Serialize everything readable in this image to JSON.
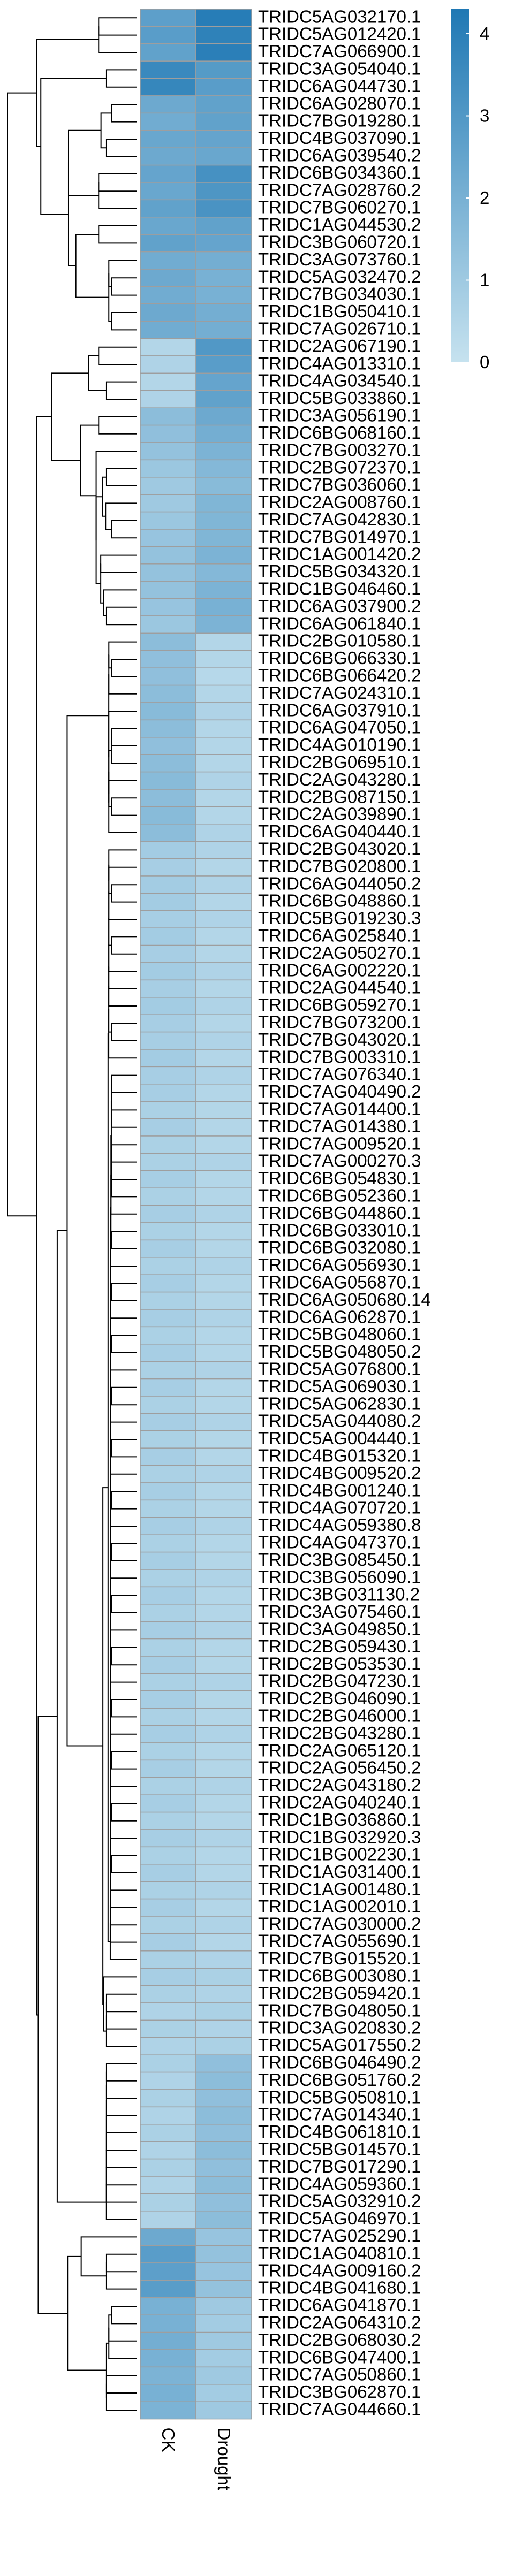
{
  "chart_data": {
    "type": "heatmap",
    "columns": [
      "CK",
      "Drought"
    ],
    "rows": [
      {
        "label": "TRIDC5AG032170.1",
        "values": [
          2.7,
          4.1
        ]
      },
      {
        "label": "TRIDC5AG012420.1",
        "values": [
          2.8,
          3.9
        ]
      },
      {
        "label": "TRIDC7AG066900.1",
        "values": [
          2.6,
          4.0
        ]
      },
      {
        "label": "TRIDC3AG054040.1",
        "values": [
          3.6,
          2.9
        ]
      },
      {
        "label": "TRIDC6AG044730.1",
        "values": [
          3.7,
          2.8
        ]
      },
      {
        "label": "TRIDC6AG028070.1",
        "values": [
          2.3,
          2.6
        ]
      },
      {
        "label": "TRIDC7BG019280.1",
        "values": [
          2.2,
          2.6
        ]
      },
      {
        "label": "TRIDC4BG037090.1",
        "values": [
          2.4,
          2.5
        ]
      },
      {
        "label": "TRIDC6AG039540.2",
        "values": [
          2.3,
          2.4
        ]
      },
      {
        "label": "TRIDC6BG034360.1",
        "values": [
          2.5,
          3.3
        ]
      },
      {
        "label": "TRIDC7AG028760.2",
        "values": [
          2.4,
          3.1
        ]
      },
      {
        "label": "TRIDC7BG060270.1",
        "values": [
          2.6,
          3.2
        ]
      },
      {
        "label": "TRIDC1AG044530.2",
        "values": [
          2.4,
          2.6
        ]
      },
      {
        "label": "TRIDC3BG060720.1",
        "values": [
          2.6,
          2.5
        ]
      },
      {
        "label": "TRIDC3AG073760.1",
        "values": [
          2.2,
          2.1
        ]
      },
      {
        "label": "TRIDC5AG032470.2",
        "values": [
          2.3,
          2.0
        ]
      },
      {
        "label": "TRIDC7BG034030.1",
        "values": [
          2.2,
          2.0
        ]
      },
      {
        "label": "TRIDC1BG050410.1",
        "values": [
          2.3,
          2.1
        ]
      },
      {
        "label": "TRIDC7AG026710.1",
        "values": [
          2.2,
          2.1
        ]
      },
      {
        "label": "TRIDC2AG067190.1",
        "values": [
          0.5,
          3.0
        ]
      },
      {
        "label": "TRIDC4AG013310.1",
        "values": [
          0.6,
          2.8
        ]
      },
      {
        "label": "TRIDC4AG034540.1",
        "values": [
          0.5,
          2.5
        ]
      },
      {
        "label": "TRIDC5BG033860.1",
        "values": [
          0.6,
          2.6
        ]
      },
      {
        "label": "TRIDC3AG056190.1",
        "values": [
          1.5,
          2.3
        ]
      },
      {
        "label": "TRIDC6BG068160.1",
        "values": [
          1.4,
          2.1
        ]
      },
      {
        "label": "TRIDC7BG003270.1",
        "values": [
          1.3,
          1.9
        ]
      },
      {
        "label": "TRIDC2BG072370.1",
        "values": [
          1.1,
          1.7
        ]
      },
      {
        "label": "TRIDC7BG036060.1",
        "values": [
          1.0,
          1.6
        ]
      },
      {
        "label": "TRIDC2AG008760.1",
        "values": [
          1.0,
          1.8
        ]
      },
      {
        "label": "TRIDC7AG042830.1",
        "values": [
          1.1,
          1.8
        ]
      },
      {
        "label": "TRIDC7BG014970.1",
        "values": [
          1.2,
          1.8
        ]
      },
      {
        "label": "TRIDC1AG001420.2",
        "values": [
          1.3,
          1.9
        ]
      },
      {
        "label": "TRIDC5BG034320.1",
        "values": [
          1.3,
          1.7
        ]
      },
      {
        "label": "TRIDC1BG046460.1",
        "values": [
          1.3,
          1.9
        ]
      },
      {
        "label": "TRIDC6AG037900.2",
        "values": [
          1.2,
          2.0
        ]
      },
      {
        "label": "TRIDC6AG061840.1",
        "values": [
          1.1,
          1.9
        ]
      },
      {
        "label": "TRIDC2BG010580.1",
        "values": [
          1.5,
          0.5
        ]
      },
      {
        "label": "TRIDC6BG066330.1",
        "values": [
          1.4,
          0.5
        ]
      },
      {
        "label": "TRIDC6BG066420.2",
        "values": [
          1.4,
          0.4
        ]
      },
      {
        "label": "TRIDC7AG024310.1",
        "values": [
          1.5,
          0.5
        ]
      },
      {
        "label": "TRIDC6AG037910.1",
        "values": [
          1.6,
          0.6
        ]
      },
      {
        "label": "TRIDC6AG047050.1",
        "values": [
          1.5,
          0.5
        ]
      },
      {
        "label": "TRIDC4AG010190.1",
        "values": [
          1.4,
          0.5
        ]
      },
      {
        "label": "TRIDC2BG069510.1",
        "values": [
          1.5,
          0.5
        ]
      },
      {
        "label": "TRIDC2AG043280.1",
        "values": [
          1.6,
          0.6
        ]
      },
      {
        "label": "TRIDC2BG087150.1",
        "values": [
          1.5,
          0.5
        ]
      },
      {
        "label": "TRIDC2AG039890.1",
        "values": [
          1.6,
          0.5
        ]
      },
      {
        "label": "TRIDC6AG040440.1",
        "values": [
          1.5,
          0.6
        ]
      },
      {
        "label": "TRIDC2BG043020.1",
        "values": [
          0.9,
          0.6
        ]
      },
      {
        "label": "TRIDC7BG020800.1",
        "values": [
          0.8,
          0.5
        ]
      },
      {
        "label": "TRIDC6AG044050.2",
        "values": [
          0.9,
          0.6
        ]
      },
      {
        "label": "TRIDC6BG048860.1",
        "values": [
          0.9,
          0.5
        ]
      },
      {
        "label": "TRIDC5BG019230.3",
        "values": [
          0.8,
          0.6
        ]
      },
      {
        "label": "TRIDC6AG025840.1",
        "values": [
          0.9,
          0.5
        ]
      },
      {
        "label": "TRIDC2AG050270.1",
        "values": [
          0.8,
          0.5
        ]
      },
      {
        "label": "TRIDC6AG002220.1",
        "values": [
          0.9,
          0.6
        ]
      },
      {
        "label": "TRIDC2AG044540.1",
        "values": [
          0.8,
          0.5
        ]
      },
      {
        "label": "TRIDC6BG059270.1",
        "values": [
          0.9,
          0.6
        ]
      },
      {
        "label": "TRIDC7BG073200.1",
        "values": [
          0.8,
          0.5
        ]
      },
      {
        "label": "TRIDC7BG043020.1",
        "values": [
          0.8,
          0.6
        ]
      },
      {
        "label": "TRIDC7BG003310.1",
        "values": [
          0.9,
          0.5
        ]
      },
      {
        "label": "TRIDC7AG076340.1",
        "values": [
          0.8,
          0.6
        ]
      },
      {
        "label": "TRIDC7AG040490.2",
        "values": [
          0.8,
          0.5
        ]
      },
      {
        "label": "TRIDC7AG014400.1",
        "values": [
          0.7,
          0.5
        ]
      },
      {
        "label": "TRIDC7AG014380.1",
        "values": [
          0.8,
          0.5
        ]
      },
      {
        "label": "TRIDC7AG009520.1",
        "values": [
          0.7,
          0.5
        ]
      },
      {
        "label": "TRIDC7AG000270.3",
        "values": [
          0.7,
          0.6
        ]
      },
      {
        "label": "TRIDC6BG054830.1",
        "values": [
          0.8,
          0.5
        ]
      },
      {
        "label": "TRIDC6BG052360.1",
        "values": [
          0.7,
          0.5
        ]
      },
      {
        "label": "TRIDC6BG044860.1",
        "values": [
          0.8,
          0.6
        ]
      },
      {
        "label": "TRIDC6BG033010.1",
        "values": [
          0.7,
          0.5
        ]
      },
      {
        "label": "TRIDC6BG032080.1",
        "values": [
          0.8,
          0.5
        ]
      },
      {
        "label": "TRIDC6AG056930.1",
        "values": [
          0.7,
          0.6
        ]
      },
      {
        "label": "TRIDC6AG056870.1",
        "values": [
          0.8,
          0.5
        ]
      },
      {
        "label": "TRIDC6AG050680.14",
        "values": [
          0.7,
          0.5
        ]
      },
      {
        "label": "TRIDC6AG062870.1",
        "values": [
          0.8,
          0.6
        ]
      },
      {
        "label": "TRIDC5BG048060.1",
        "values": [
          0.7,
          0.5
        ]
      },
      {
        "label": "TRIDC5BG048050.2",
        "values": [
          0.8,
          0.5
        ]
      },
      {
        "label": "TRIDC5AG076800.1",
        "values": [
          0.7,
          0.6
        ]
      },
      {
        "label": "TRIDC5AG069030.1",
        "values": [
          0.8,
          0.5
        ]
      },
      {
        "label": "TRIDC5AG062830.1",
        "values": [
          0.7,
          0.5
        ]
      },
      {
        "label": "TRIDC5AG044080.2",
        "values": [
          0.8,
          0.6
        ]
      },
      {
        "label": "TRIDC5AG004440.1",
        "values": [
          0.7,
          0.5
        ]
      },
      {
        "label": "TRIDC4BG015320.1",
        "values": [
          0.8,
          0.5
        ]
      },
      {
        "label": "TRIDC4BG009520.2",
        "values": [
          0.7,
          0.6
        ]
      },
      {
        "label": "TRIDC4BG001240.1",
        "values": [
          0.8,
          0.5
        ]
      },
      {
        "label": "TRIDC4AG070720.1",
        "values": [
          0.7,
          0.5
        ]
      },
      {
        "label": "TRIDC4AG059380.8",
        "values": [
          0.8,
          0.6
        ]
      },
      {
        "label": "TRIDC4AG047370.1",
        "values": [
          0.7,
          0.5
        ]
      },
      {
        "label": "TRIDC3BG085450.1",
        "values": [
          0.8,
          0.5
        ]
      },
      {
        "label": "TRIDC3BG056090.1",
        "values": [
          0.7,
          0.6
        ]
      },
      {
        "label": "TRIDC3BG031130.2",
        "values": [
          0.8,
          0.5
        ]
      },
      {
        "label": "TRIDC3AG075460.1",
        "values": [
          0.7,
          0.5
        ]
      },
      {
        "label": "TRIDC3AG049850.1",
        "values": [
          0.8,
          0.6
        ]
      },
      {
        "label": "TRIDC2BG059430.1",
        "values": [
          0.7,
          0.5
        ]
      },
      {
        "label": "TRIDC2BG053530.1",
        "values": [
          0.8,
          0.5
        ]
      },
      {
        "label": "TRIDC2BG047230.1",
        "values": [
          0.7,
          0.6
        ]
      },
      {
        "label": "TRIDC2BG046090.1",
        "values": [
          0.8,
          0.5
        ]
      },
      {
        "label": "TRIDC2BG046000.1",
        "values": [
          0.7,
          0.5
        ]
      },
      {
        "label": "TRIDC2BG043280.1",
        "values": [
          0.8,
          0.6
        ]
      },
      {
        "label": "TRIDC2AG065120.1",
        "values": [
          0.7,
          0.5
        ]
      },
      {
        "label": "TRIDC2AG056450.2",
        "values": [
          0.8,
          0.5
        ]
      },
      {
        "label": "TRIDC2AG043180.2",
        "values": [
          0.7,
          0.6
        ]
      },
      {
        "label": "TRIDC2AG040240.1",
        "values": [
          0.8,
          0.5
        ]
      },
      {
        "label": "TRIDC1BG036860.1",
        "values": [
          0.7,
          0.5
        ]
      },
      {
        "label": "TRIDC1BG032920.3",
        "values": [
          0.8,
          0.6
        ]
      },
      {
        "label": "TRIDC1BG002230.1",
        "values": [
          0.7,
          0.5
        ]
      },
      {
        "label": "TRIDC1AG031400.1",
        "values": [
          0.8,
          0.5
        ]
      },
      {
        "label": "TRIDC1AG001480.1",
        "values": [
          0.7,
          0.6
        ]
      },
      {
        "label": "TRIDC1AG002010.1",
        "values": [
          0.8,
          0.5
        ]
      },
      {
        "label": "TRIDC7AG030000.2",
        "values": [
          0.7,
          0.6
        ]
      },
      {
        "label": "TRIDC7AG055690.1",
        "values": [
          0.8,
          0.5
        ]
      },
      {
        "label": "TRIDC7BG015520.1",
        "values": [
          0.7,
          0.6
        ]
      },
      {
        "label": "TRIDC6BG003080.1",
        "values": [
          0.8,
          0.7
        ]
      },
      {
        "label": "TRIDC2BG059420.1",
        "values": [
          0.7,
          0.6
        ]
      },
      {
        "label": "TRIDC7BG048050.1",
        "values": [
          0.6,
          0.7
        ]
      },
      {
        "label": "TRIDC3AG020830.2",
        "values": [
          0.7,
          0.6
        ]
      },
      {
        "label": "TRIDC5AG017550.2",
        "values": [
          0.6,
          0.7
        ]
      },
      {
        "label": "TRIDC6BG046490.2",
        "values": [
          0.7,
          1.4
        ]
      },
      {
        "label": "TRIDC6BG051760.2",
        "values": [
          0.6,
          1.5
        ]
      },
      {
        "label": "TRIDC5BG050810.1",
        "values": [
          0.7,
          1.4
        ]
      },
      {
        "label": "TRIDC7AG014340.1",
        "values": [
          0.6,
          1.5
        ]
      },
      {
        "label": "TRIDC4BG061810.1",
        "values": [
          0.7,
          1.4
        ]
      },
      {
        "label": "TRIDC5BG014570.1",
        "values": [
          0.6,
          1.5
        ]
      },
      {
        "label": "TRIDC7BG017290.1",
        "values": [
          0.7,
          1.4
        ]
      },
      {
        "label": "TRIDC4AG059360.1",
        "values": [
          0.6,
          1.5
        ]
      },
      {
        "label": "TRIDC5AG032910.2",
        "values": [
          0.7,
          1.4
        ]
      },
      {
        "label": "TRIDC5AG046970.1",
        "values": [
          0.6,
          1.5
        ]
      },
      {
        "label": "TRIDC7AG025290.1",
        "values": [
          2.3,
          1.2
        ]
      },
      {
        "label": "TRIDC1AG040810.1",
        "values": [
          2.8,
          1.3
        ]
      },
      {
        "label": "TRIDC4AG009160.2",
        "values": [
          2.7,
          1.2
        ]
      },
      {
        "label": "TRIDC4BG041680.1",
        "values": [
          2.8,
          1.3
        ]
      },
      {
        "label": "TRIDC6AG041870.1",
        "values": [
          2.0,
          1.0
        ]
      },
      {
        "label": "TRIDC2AG064310.2",
        "values": [
          2.0,
          0.9
        ]
      },
      {
        "label": "TRIDC2BG068030.2",
        "values": [
          2.1,
          1.0
        ]
      },
      {
        "label": "TRIDC6BG047400.1",
        "values": [
          2.0,
          0.9
        ]
      },
      {
        "label": "TRIDC7AG050860.1",
        "values": [
          1.9,
          1.0
        ]
      },
      {
        "label": "TRIDC3BG062870.1",
        "values": [
          2.0,
          0.9
        ]
      },
      {
        "label": "TRIDC7AG044660.1",
        "values": [
          1.9,
          1.0
        ]
      }
    ],
    "color_scale": {
      "min": 0,
      "max": 4.3,
      "low_color": "#c6e2ef",
      "high_color": "#1f78b4",
      "ticks": [
        "0",
        "1",
        "2",
        "3",
        "4"
      ]
    },
    "legend_position": "top-right",
    "row_dendrogram": true
  }
}
